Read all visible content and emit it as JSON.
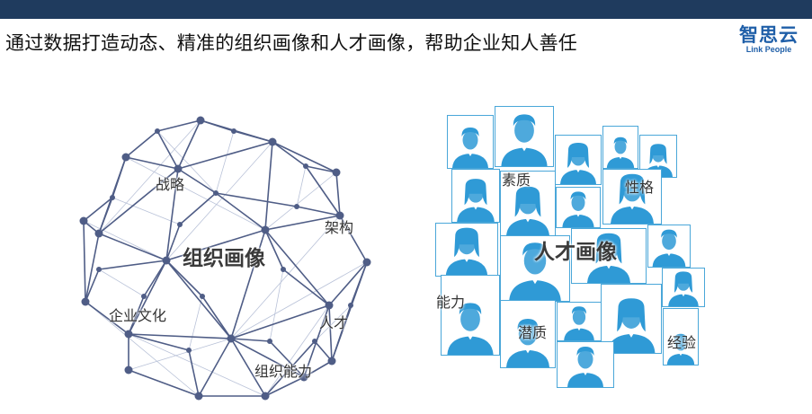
{
  "header": {
    "title": "通过数据打造动态、精准的组织画像和人才画像，帮助企业知人善任",
    "logo_main": "智思云",
    "logo_sub": "Link People"
  },
  "org_portrait": {
    "center": "组织画像",
    "labels": [
      "战略",
      "架构",
      "企业文化",
      "人才",
      "组织能力"
    ]
  },
  "talent_portrait": {
    "center": "人才画像",
    "labels": [
      "素质",
      "性格",
      "能力",
      "潜质",
      "经验"
    ]
  },
  "colors": {
    "topbar": "#1f3b5e",
    "sphere": "#4f5d86",
    "avatar": "#2f9ad6"
  }
}
